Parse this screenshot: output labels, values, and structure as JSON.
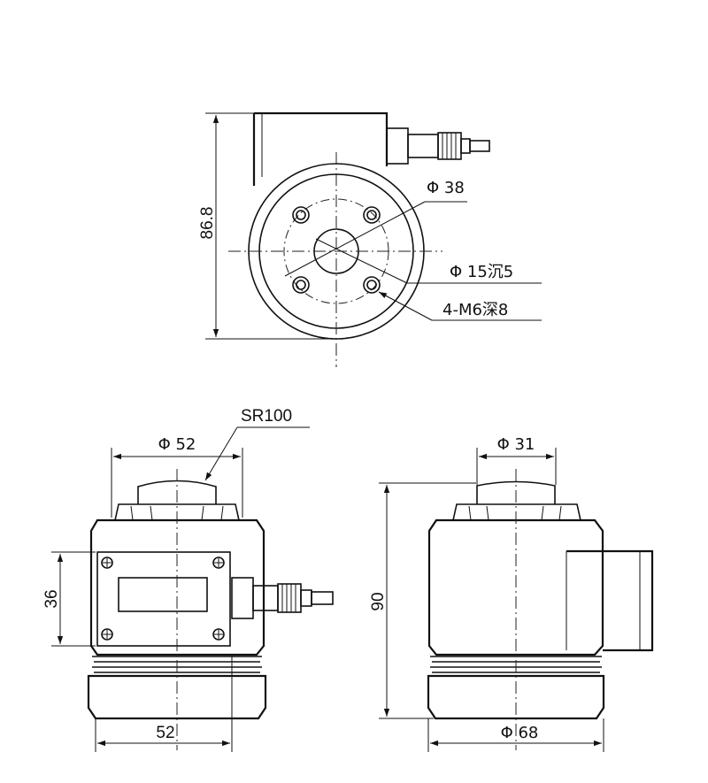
{
  "dimensions": {
    "top_height": "86.8",
    "phi38": "Φ 38",
    "phi15": "Φ 15沉5",
    "holes": "4-M6深8",
    "sr100": "SR100",
    "front_phi52": "Φ 52",
    "front_36": "36",
    "front_52": "52",
    "side_phi31": "Φ 31",
    "side_90": "90",
    "side_phi68": "Φ 68"
  }
}
